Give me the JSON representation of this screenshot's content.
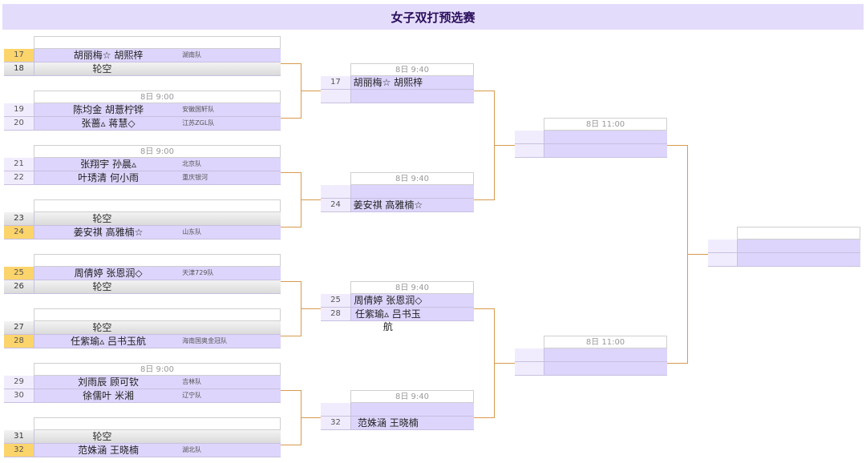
{
  "title": "女子双打预选赛",
  "round1": [
    {
      "time": "",
      "rows": [
        {
          "seed": "17",
          "name": "胡丽梅☆ 胡熙梓",
          "team": "湖南队",
          "win": true
        },
        {
          "seed": "18",
          "name": "轮空",
          "bye": true
        }
      ]
    },
    {
      "time": "8日 9:00",
      "rows": [
        {
          "seed": "19",
          "name": "陈均金 胡薏柠铧",
          "team": "安徽国轩队"
        },
        {
          "seed": "20",
          "name": "张蔷▵ 蒋慧◇",
          "team": "江苏ZGL队"
        }
      ]
    },
    {
      "time": "8日 9:00",
      "rows": [
        {
          "seed": "21",
          "name": "张翔宇 孙晨▵",
          "team": "北京队"
        },
        {
          "seed": "22",
          "name": "叶琇清 何小雨",
          "team": "重庆银河"
        }
      ]
    },
    {
      "time": "",
      "rows": [
        {
          "seed": "23",
          "name": "轮空",
          "bye": true
        },
        {
          "seed": "24",
          "name": "姜安祺 高雅楠☆",
          "team": "山东队",
          "win": true
        }
      ]
    },
    {
      "time": "",
      "rows": [
        {
          "seed": "25",
          "name": "周倩婷 张恩润◇",
          "team": "天津729队",
          "win": true
        },
        {
          "seed": "26",
          "name": "轮空",
          "bye": true
        }
      ]
    },
    {
      "time": "",
      "rows": [
        {
          "seed": "27",
          "name": "轮空",
          "bye": true
        },
        {
          "seed": "28",
          "name": "任紫瑜▵ 吕书玉航",
          "team": "海南国奥金冠队",
          "win": true
        }
      ]
    },
    {
      "time": "8日 9:00",
      "rows": [
        {
          "seed": "29",
          "name": "刘雨辰 顾可钦",
          "team": "吉林队"
        },
        {
          "seed": "30",
          "name": "徐儒叶 米湘",
          "team": "辽宁队"
        }
      ]
    },
    {
      "time": "",
      "rows": [
        {
          "seed": "31",
          "name": "轮空",
          "bye": true
        },
        {
          "seed": "32",
          "name": "范姝涵 王晓楠",
          "team": "湖北队",
          "win": true
        }
      ]
    }
  ],
  "round2": [
    {
      "time": "8日 9:40",
      "rows": [
        {
          "seed": "17",
          "name": "胡丽梅☆ 胡熙梓"
        },
        {
          "seed": "",
          "name": ""
        }
      ]
    },
    {
      "time": "8日 9:40",
      "rows": [
        {
          "seed": "",
          "name": ""
        },
        {
          "seed": "24",
          "name": "姜安祺 高雅楠☆"
        }
      ]
    },
    {
      "time": "8日 9:40",
      "rows": [
        {
          "seed": "25",
          "name": "周倩婷 张恩润◇"
        },
        {
          "seed": "28",
          "name": "任紫瑜▵ 吕书玉航"
        }
      ]
    },
    {
      "time": "8日 9:40",
      "rows": [
        {
          "seed": "",
          "name": ""
        },
        {
          "seed": "32",
          "name": "范姝涵 王晓楠"
        }
      ]
    }
  ],
  "round3": [
    {
      "time": "8日 11:00",
      "rows": [
        {
          "seed": "",
          "name": ""
        },
        {
          "seed": "",
          "name": ""
        }
      ]
    },
    {
      "time": "8日 11:00",
      "rows": [
        {
          "seed": "",
          "name": ""
        },
        {
          "seed": "",
          "name": ""
        }
      ]
    }
  ],
  "final": [
    {
      "time": "",
      "rows": [
        {
          "seed": "",
          "name": ""
        },
        {
          "seed": "",
          "name": ""
        }
      ]
    }
  ]
}
